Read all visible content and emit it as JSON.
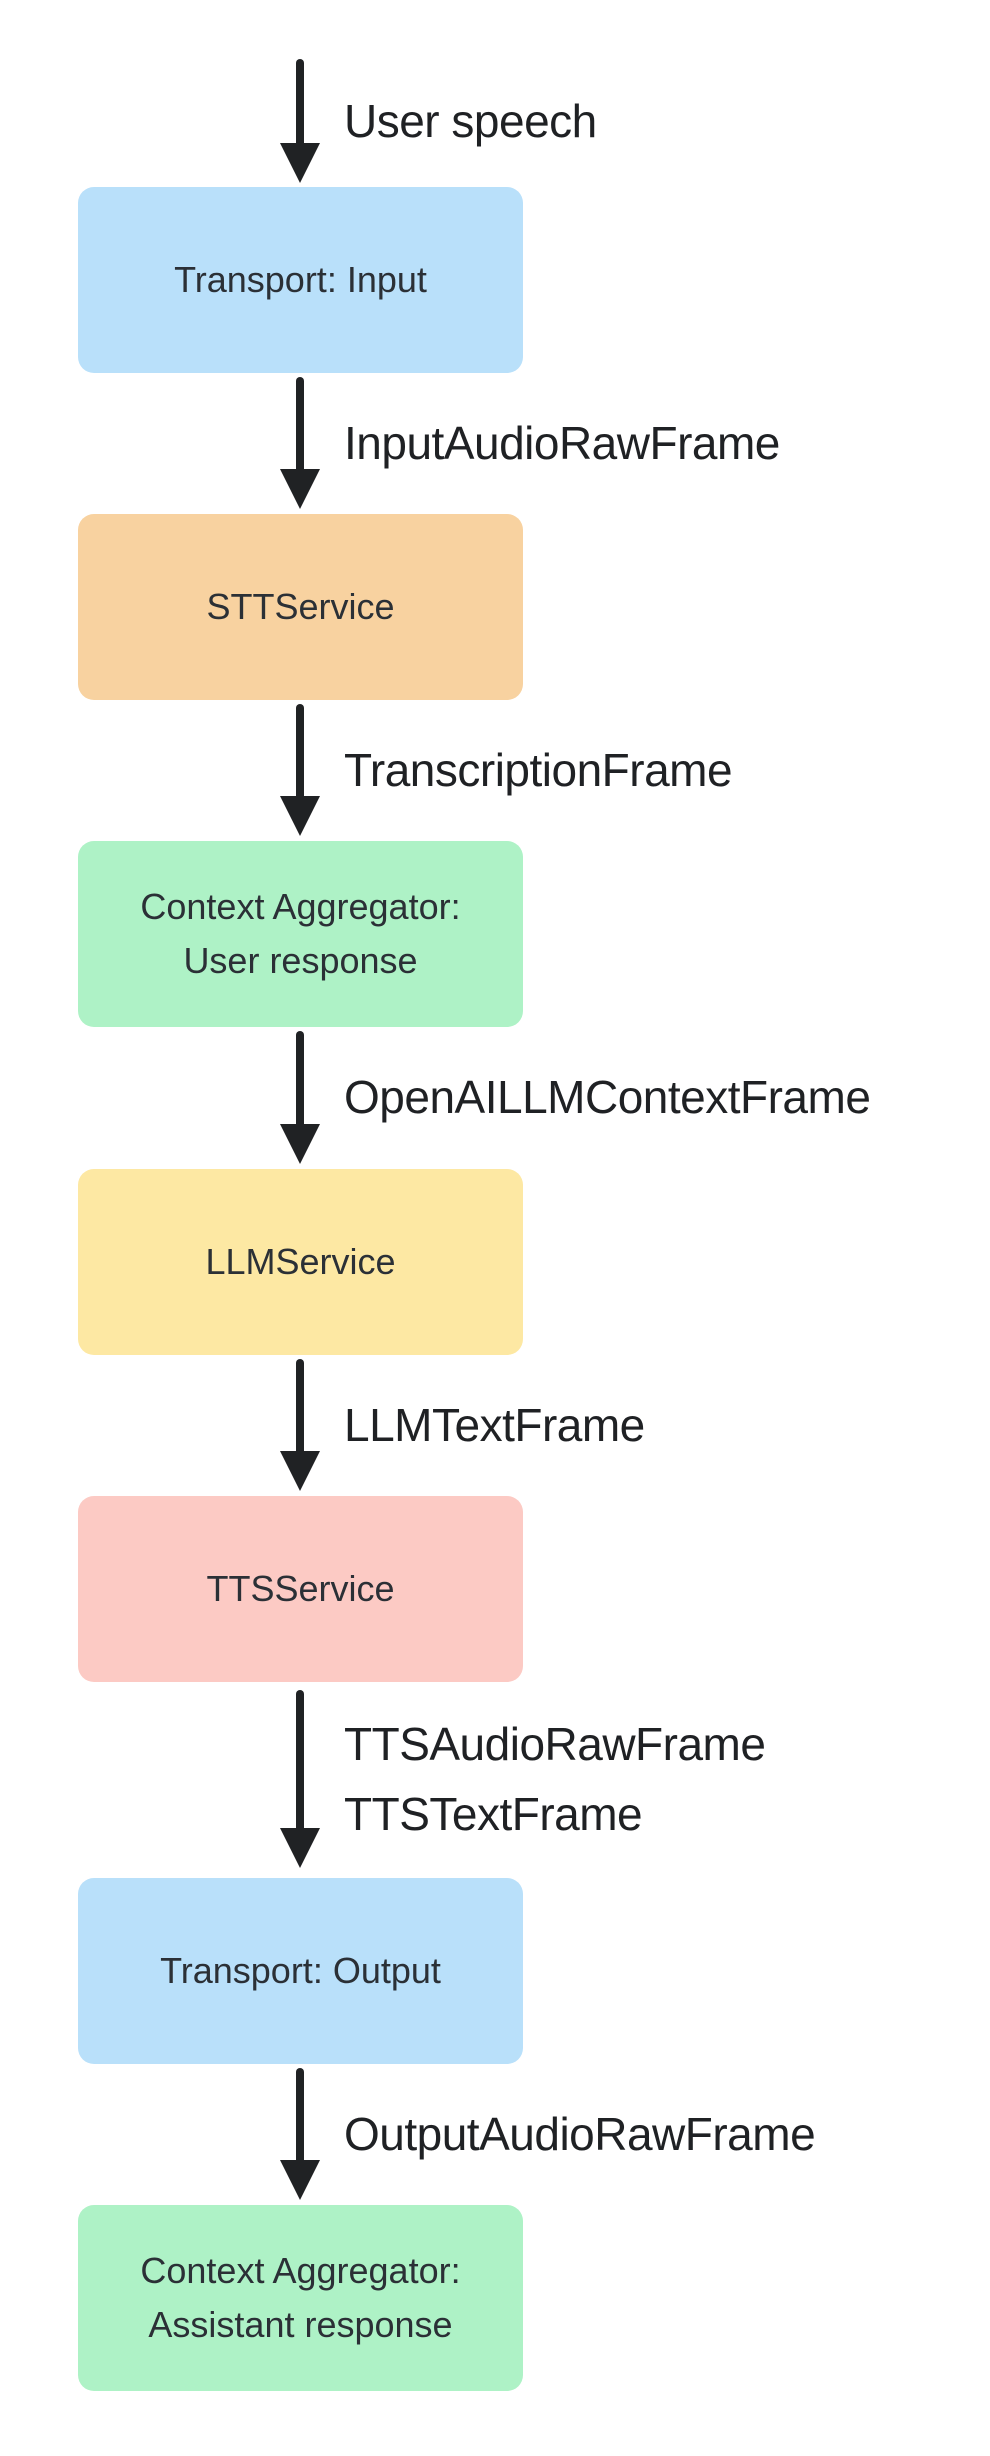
{
  "diagram": {
    "colors": {
      "background": "#ffffff",
      "arrow": "#202224",
      "edge_text": "#1f2124",
      "node_text": "#2b3036",
      "transport_blue": "#b9e0fa",
      "stt_orange": "#f8d2a0",
      "aggregator_green": "#aef2c6",
      "llm_yellow": "#fde8a3",
      "tts_pink": "#fccac4"
    },
    "edges": {
      "user_speech": {
        "line1": "User speech"
      },
      "input_audio": {
        "line1": "InputAudioRawFrame"
      },
      "transcription": {
        "line1": "TranscriptionFrame"
      },
      "openai_context": {
        "line1": "OpenAILLMContextFrame"
      },
      "llm_text": {
        "line1": "LLMTextFrame"
      },
      "tts_audio": {
        "line1": "TTSAudioRawFrame",
        "line2": "TTSTextFrame"
      },
      "output_audio": {
        "line1": "OutputAudioRawFrame"
      }
    },
    "nodes": {
      "transport_input": {
        "line1": "Transport: Input"
      },
      "stt_service": {
        "line1": "STTService"
      },
      "context_user": {
        "line1": "Context Aggregator:",
        "line2": "User response"
      },
      "llm_service": {
        "line1": "LLMService"
      },
      "tts_service": {
        "line1": "TTSService"
      },
      "transport_output": {
        "line1": "Transport: Output"
      },
      "context_assistant": {
        "line1": "Context Aggregator:",
        "line2": "Assistant response"
      }
    }
  }
}
